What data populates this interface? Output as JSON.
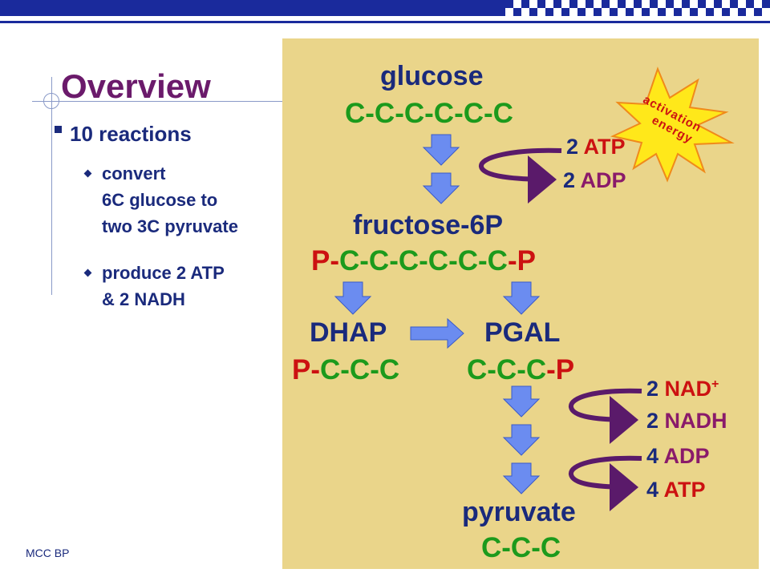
{
  "slide": {
    "title": "Overview",
    "footer": "MCC BP",
    "bullet": "10 reactions",
    "subbullets": [
      {
        "lines": [
          "convert",
          "6C glucose to",
          "two 3C pyruvate"
        ]
      },
      {
        "lines": [
          "produce 2 ATP",
          "& 2 NADH"
        ]
      }
    ]
  },
  "diagram": {
    "glucose": {
      "name": "glucose",
      "chain": "C-C-C-C-C-C"
    },
    "fructose": {
      "name": "fructose-6P",
      "p_left": "P-",
      "chain": "C-C-C-C-C-C",
      "p_right": "-P"
    },
    "dhap": {
      "name": "DHAP",
      "p_left": "P-",
      "chain": "C-C-C"
    },
    "pgal": {
      "name": "PGAL",
      "chain": "C-C-C",
      "p_right": "-P"
    },
    "pyruvate": {
      "name": "pyruvate",
      "chain": "C-C-C"
    },
    "activation": {
      "line1": "activation",
      "line2": "energy"
    },
    "cofactors": {
      "atp_in": {
        "count": "2",
        "name": "ATP"
      },
      "adp_out": {
        "count": "2",
        "name": "ADP"
      },
      "nad_in": {
        "count": "2",
        "name": "NAD",
        "sup": "+"
      },
      "nadh_out": {
        "count": "2",
        "name": "NADH"
      },
      "adp_in": {
        "count": "4",
        "name": "ADP"
      },
      "atp_out": {
        "count": "4",
        "name": "ATP"
      }
    },
    "colors": {
      "panel": "#ead58a",
      "carbon": "#1c9a1c",
      "phosphate": "#cc1111",
      "molecule": "#1a2a7c",
      "adp": "#8a1a6a",
      "arrow": "#6b8cf0",
      "curve": "#5a1a6a",
      "star": "#ffe81a"
    }
  }
}
